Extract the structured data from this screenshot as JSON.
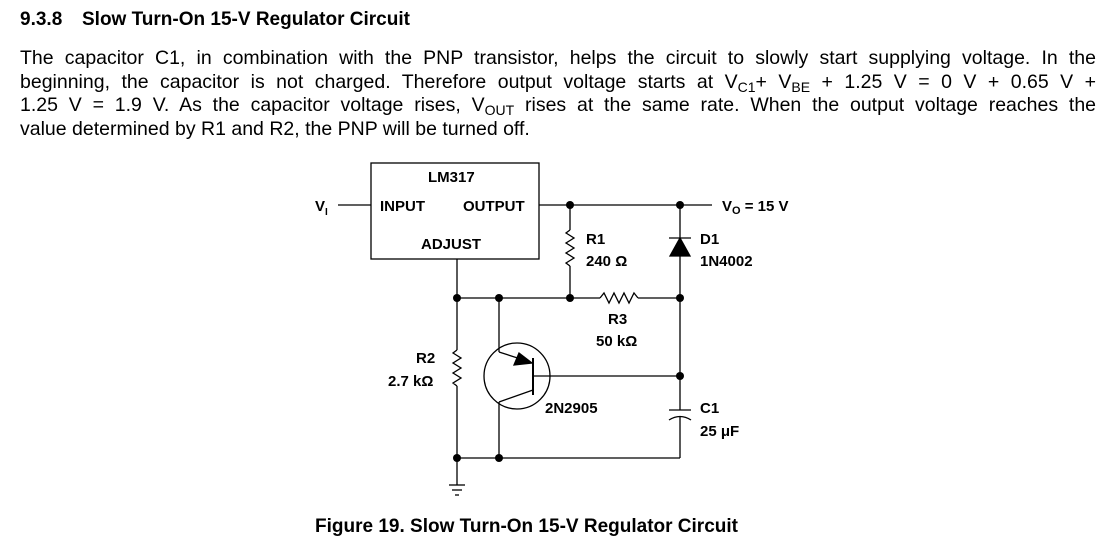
{
  "section": {
    "number": "9.3.8",
    "title": "Slow Turn-On 15-V Regulator Circuit"
  },
  "paragraph": {
    "line1": "The capacitor C1, in combination with the PNP transistor, helps the circuit to slowly start supplying voltage. In the",
    "line2_a": "beginning, the capacitor is not charged. Therefore output voltage starts at V",
    "line2_sub1": "C1",
    "line2_b": "+ V",
    "line2_sub2": "BE",
    "line2_c": " + 1.25 V = 0 V + 0.65 V +",
    "line3_a": "1.25 V = 1.9 V. As the capacitor voltage rises, V",
    "line3_sub": "OUT",
    "line3_b": " rises at the same rate. When the output voltage reaches the",
    "line4": "value determined by R1 and R2, the PNP will be turned off."
  },
  "schematic": {
    "regulator": {
      "name": "LM317",
      "input": "INPUT",
      "output": "OUTPUT",
      "adjust": "ADJUST"
    },
    "vin": {
      "main": "V",
      "sub": "I"
    },
    "vout": {
      "main": "V",
      "sub": "O",
      "rest": " = 15 V"
    },
    "r1": {
      "name": "R1",
      "value": "240 Ω"
    },
    "r2": {
      "name": "R2",
      "value": "2.7 kΩ"
    },
    "r3": {
      "name": "R3",
      "value": "50 kΩ"
    },
    "d1": {
      "name": "D1",
      "part": "1N4002"
    },
    "c1": {
      "name": "C1",
      "value": "25 μF"
    },
    "q1": {
      "part": "2N2905"
    }
  },
  "figure": {
    "caption": "Figure 19.  Slow Turn-On 15-V Regulator Circuit"
  }
}
